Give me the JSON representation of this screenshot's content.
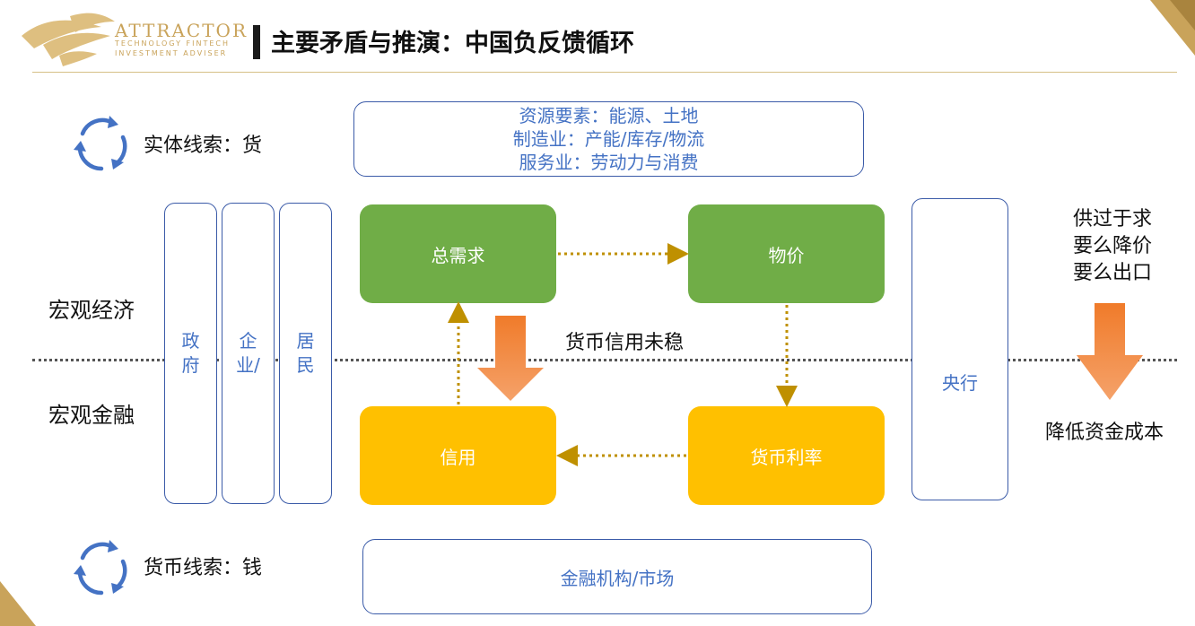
{
  "logo": {
    "brand": "ATTRACTOR",
    "sub1": "TECHNOLOGY FINTECH",
    "sub2": "INVESTMENT ADVISER"
  },
  "title": "主要矛盾与推演：中国负反馈循环",
  "legend": {
    "real_clue": "实体线索：货",
    "money_clue": "货币线索：钱"
  },
  "resources_box": {
    "line1": "资源要素：能源、土地",
    "line2": "制造业：产能/库存/物流",
    "line3": "服务业：劳动力与消费"
  },
  "side_labels": {
    "macro_economy": "宏观经济",
    "macro_finance": "宏观金融"
  },
  "actors": {
    "government": "政\n府",
    "enterprise": "企\n业/",
    "residents": "居\n民",
    "central_bank": "央行"
  },
  "nodes": {
    "aggregate_demand": "总需求",
    "prices": "物价",
    "credit": "信用",
    "money_rates": "货币利率"
  },
  "center_note": "货币信用未稳",
  "right_notes": {
    "line1": "供过于求",
    "line2": "要么降价",
    "line3": "要么出口",
    "bottom": "降低资金成本"
  },
  "financial_box": "金融机构/市场",
  "colors": {
    "green": "#70ad47",
    "yellow": "#ffc000",
    "outline_blue": "#3b5ba8",
    "text_blue": "#4472c4",
    "arrow_orange": "#f07b2a",
    "dotted_gold": "#bf9000",
    "gold_accent": "#c9a35a"
  }
}
